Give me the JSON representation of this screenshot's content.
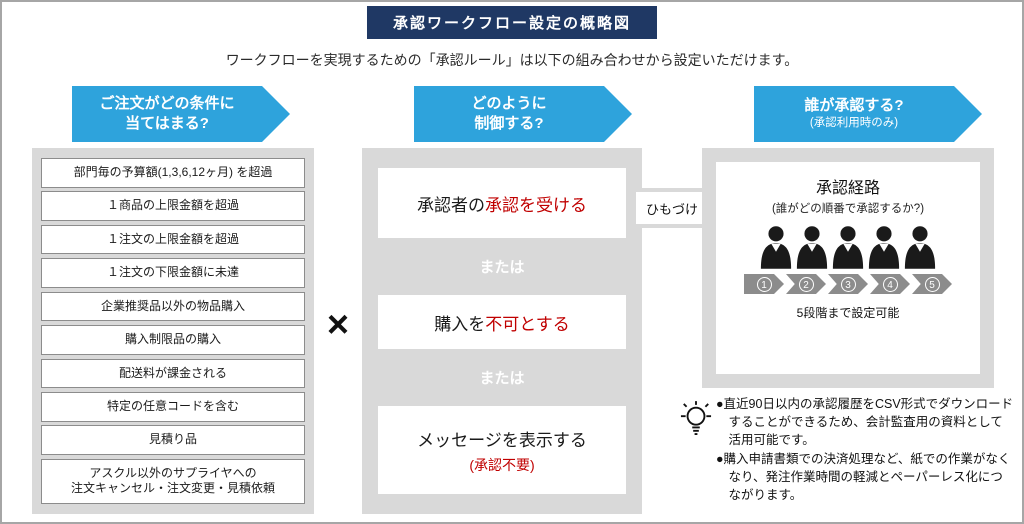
{
  "title": "承認ワークフロー設定の概略図",
  "subtitle": "ワークフローを実現するための「承認ルール」は以下の組み合わせから設定いただけます。",
  "multiply_sign": "×",
  "link_label": "ひもづけ",
  "conditions": {
    "header": "ご注文がどの条件に\n当てはまる?",
    "items": [
      "部門毎の予算額(1,3,6,12ヶ月) を超過",
      "１商品の上限金額を超過",
      "１注文の上限金額を超過",
      "１注文の下限金額に未達",
      "企業推奨品以外の物品購入",
      "購入制限品の購入",
      "配送料が課金される",
      "特定の任意コードを含む",
      "見積り品",
      "アスクル以外のサプライヤへの\n注文キャンセル・注文変更・見積依頼"
    ]
  },
  "control": {
    "header": "どのように\n制御する?",
    "option1": {
      "black": "承認者の",
      "red": "承認を受ける"
    },
    "or1": "または",
    "option2": {
      "black": "購入を",
      "red": "不可とする"
    },
    "or2": "または",
    "option3": {
      "black": "メッセージを表示する",
      "red": "(承認不要)"
    }
  },
  "approver": {
    "header_line1": "誰が承認する?",
    "header_line2": "(承認利用時のみ)",
    "route_title": "承認経路",
    "route_subtitle": "(誰がどの順番で承認するか?)",
    "steps": [
      "1",
      "2",
      "3",
      "4",
      "5"
    ],
    "capacity_note": "5段階まで設定可能"
  },
  "notes": {
    "bullets": [
      "●直近90日以内の承認履歴をCSV形式でダウンロードすることができるため、会計監査用の資料として活用可能です。",
      "●購入申請書類での決済処理など、紙での作業がなくなり、発注作業時間の軽減とペーパーレス化につながります。"
    ]
  },
  "colors": {
    "accent_blue": "#2ea3dc",
    "title_navy": "#1f3864",
    "panel_gray": "#d9d9d9",
    "highlight_red": "#c00000"
  }
}
